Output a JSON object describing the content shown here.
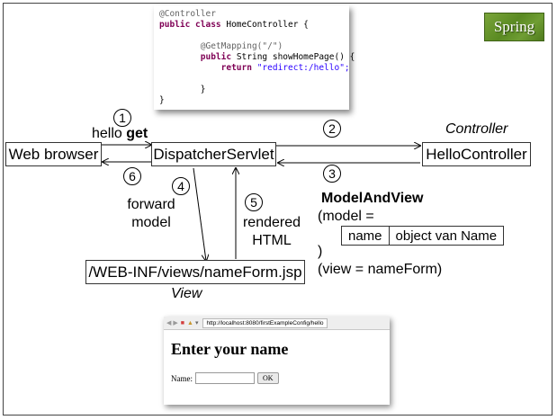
{
  "code": {
    "line1": "@Controller",
    "line2_kw": "public class",
    "line2_rest": " HomeController {",
    "line3": "@GetMapping(\"/\")",
    "line4_kw": "public",
    "line4_rest": " String showHomePage() {",
    "line5_kw": "return",
    "line5_str": "\"redirect:/hello\";",
    "line6": "}",
    "line7": "}"
  },
  "logo": {
    "text": "Spring"
  },
  "nodes": {
    "web_browser": "Web browser",
    "dispatcher": "DispatcherServlet",
    "hello_controller": "HelloController",
    "view_file": "/WEB-INF/views/nameForm.jsp"
  },
  "labels": {
    "controller": "Controller",
    "view": "View",
    "hello_prefix": "hello ",
    "hello_method": "get",
    "forward": "forward",
    "model": "model",
    "rendered": "rendered",
    "html": "HTML"
  },
  "steps": [
    "1",
    "2",
    "3",
    "4",
    "5",
    "6"
  ],
  "model_and_view": {
    "title": "ModelAndView",
    "model_open": "(model =",
    "table": [
      "name",
      "object van Name"
    ],
    "close_paren": ")",
    "view_line": "(view = nameForm)"
  },
  "browser_shot": {
    "url": "http://localhost:8080/firstExampleConfig/hello",
    "heading": "Enter your name",
    "field_label": "Name:",
    "button": "OK"
  }
}
